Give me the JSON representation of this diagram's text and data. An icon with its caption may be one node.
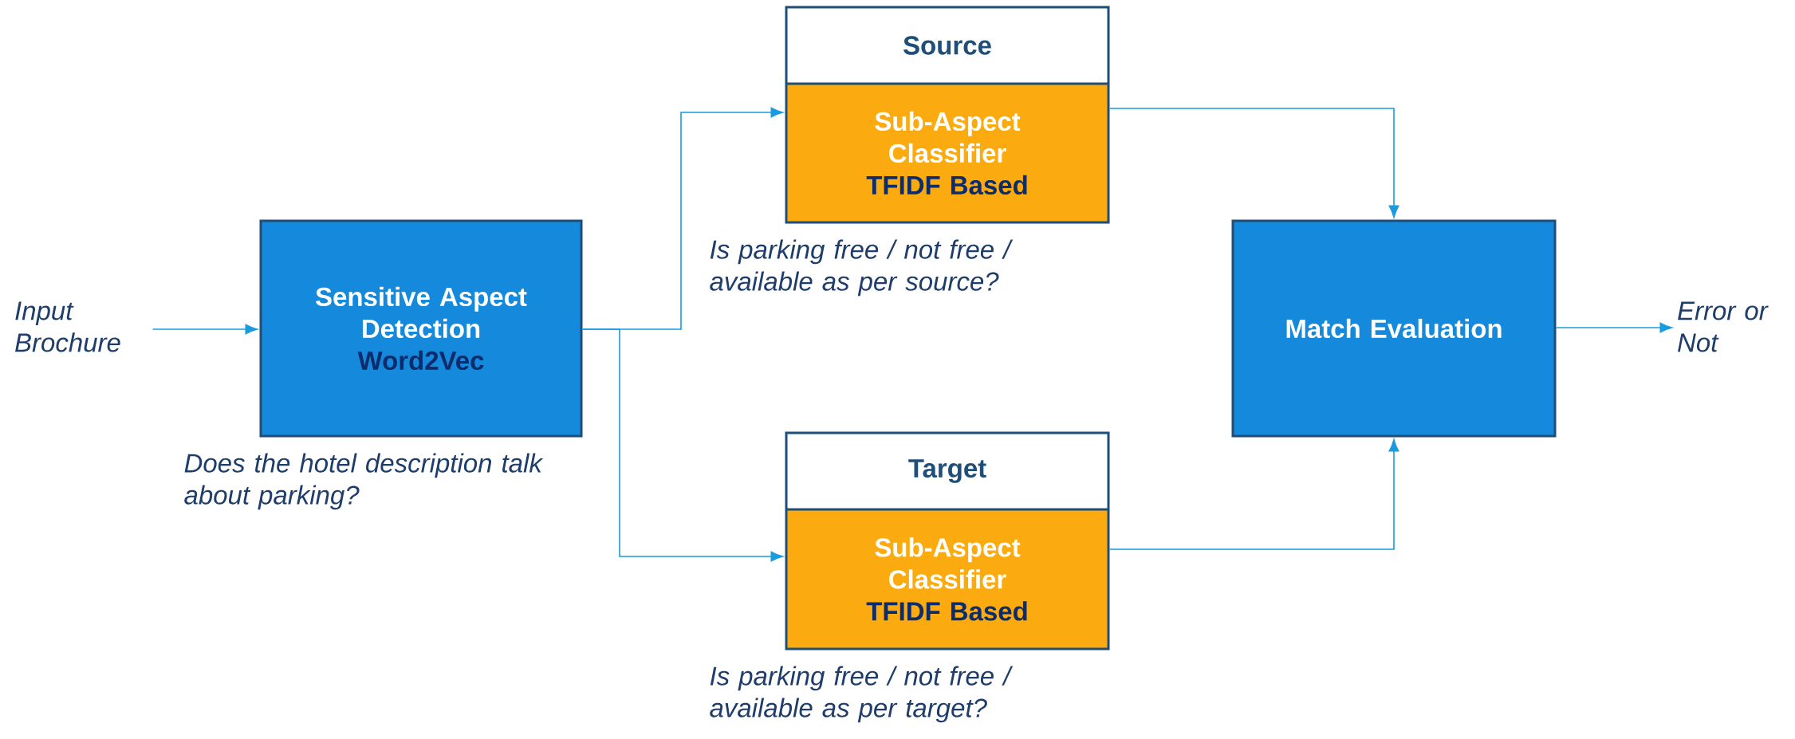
{
  "diagram": {
    "nodes": [
      {
        "text": [
          "Input Brochure"
        ]
      },
      {
        "text": [
          "Sensitive Aspect Detection",
          "Word2Vec"
        ],
        "beside": [
          "Does the hotel description talk about parking?"
        ]
      },
      {
        "text": [
          "Source",
          "Sub-Aspect Classifier",
          "TFIDF Based"
        ],
        "beside": [
          "Is parking free / not free / available as per source?"
        ]
      },
      {
        "text": [
          "Target",
          "Sub-Aspect Classifier",
          "TFIDF Based"
        ],
        "beside": [
          "Is parking free / not free / available as per target?"
        ]
      },
      {
        "text": [
          "Match Evaluation"
        ]
      },
      {
        "text": [
          "Error or Not"
        ]
      }
    ],
    "edges": [
      {
        "from": 0,
        "to": 1,
        "arrow": "to"
      },
      {
        "from": 1,
        "to": 2,
        "arrow": "to"
      },
      {
        "from": 1,
        "to": 3,
        "arrow": "to"
      },
      {
        "from": 2,
        "to": 4,
        "arrow": "to"
      },
      {
        "from": 3,
        "to": 4,
        "arrow": "to"
      },
      {
        "from": 4,
        "to": 5,
        "arrow": "to"
      }
    ]
  }
}
